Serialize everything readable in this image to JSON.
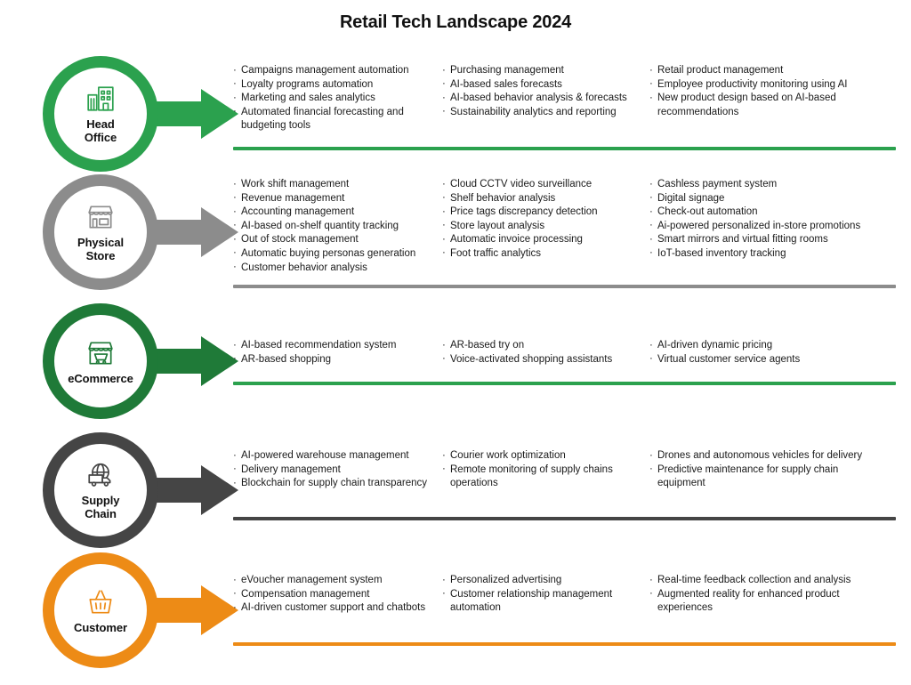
{
  "title": "Retail Tech Landscape 2024",
  "colors": {
    "green": "#2BA14E",
    "dark_green": "#1F7A38",
    "grey": "#8C8C8C",
    "dark_grey": "#454545",
    "orange": "#ED8B16",
    "text": "#1a1a1a",
    "background": "#ffffff"
  },
  "rows": [
    {
      "label": "Head\nOffice",
      "icon": "office-building-icon",
      "color": "#2BA14E",
      "divider_color": "#2BA14E",
      "columns": [
        [
          "Campaigns management automation",
          "Loyalty programs automation",
          "Marketing and sales analytics",
          "Automated financial forecasting and budgeting tools"
        ],
        [
          "Purchasing management",
          "AI-based sales forecasts",
          "AI-based behavior analysis & forecasts",
          "Sustainability analytics and reporting"
        ],
        [
          "Retail product management",
          "Employee productivity monitoring using AI",
          "New product design based on AI-based recommendations"
        ]
      ]
    },
    {
      "label": "Physical\nStore",
      "icon": "storefront-icon",
      "color": "#8C8C8C",
      "divider_color": "#8C8C8C",
      "columns": [
        [
          "Work shift management",
          "Revenue management",
          "Accounting management",
          "AI-based on-shelf quantity tracking",
          "Out of stock management",
          "Automatic buying personas generation",
          "Customer behavior analysis"
        ],
        [
          "Cloud CCTV video surveillance",
          "Shelf behavior analysis",
          "Price tags discrepancy detection",
          "Store layout analysis",
          "Automatic invoice processing",
          "Foot traffic analytics"
        ],
        [
          "Cashless payment system",
          "Digital signage",
          "Check-out automation",
          "Ai-powered personalized in-store promotions",
          "Smart mirrors and virtual fitting rooms",
          "IoT-based inventory tracking"
        ]
      ]
    },
    {
      "label": "eCommerce",
      "icon": "online-shop-cart-icon",
      "color": "#1F7A38",
      "divider_color": "#2BA14E",
      "columns": [
        [
          "AI-based recommendation system",
          "AR-based shopping"
        ],
        [
          "AR-based try on",
          "Voice-activated shopping assistants"
        ],
        [
          "AI-driven dynamic pricing",
          "Virtual customer service agents"
        ]
      ]
    },
    {
      "label": "Supply\nChain",
      "icon": "globe-truck-icon",
      "color": "#454545",
      "divider_color": "#454545",
      "columns": [
        [
          "AI-powered warehouse management",
          "Delivery management",
          "Blockchain for supply chain transparency"
        ],
        [
          "Courier work optimization",
          "Remote monitoring of supply chains operations"
        ],
        [
          "Drones and autonomous vehicles for delivery",
          "Predictive maintenance for supply chain equipment"
        ]
      ]
    },
    {
      "label": "Customer",
      "icon": "shopping-basket-icon",
      "color": "#ED8B16",
      "divider_color": "#ED8B16",
      "columns": [
        [
          "eVoucher management system",
          "Compensation management",
          "AI-driven customer support and chatbots"
        ],
        [
          "Personalized advertising",
          "Customer relationship management automation"
        ],
        [
          "Real-time feedback collection and analysis",
          "Augmented reality for enhanced product experiences"
        ]
      ]
    }
  ]
}
